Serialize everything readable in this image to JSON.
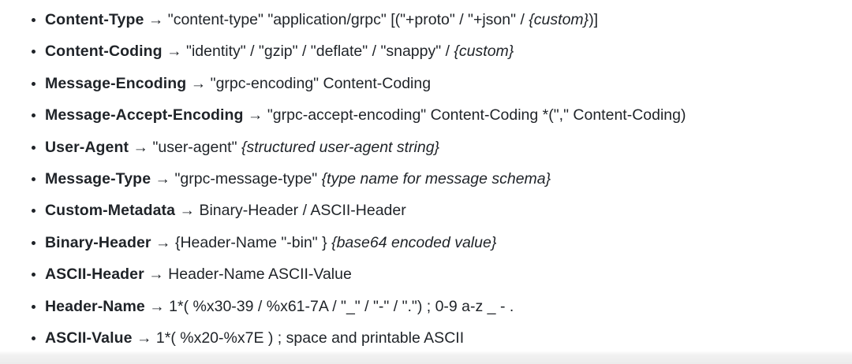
{
  "page": {
    "background_color": "#ffffff",
    "text_color": "#1f2328",
    "arrow_glyph": "→",
    "bullet_glyph": "•"
  },
  "definitions": {
    "items": [
      {
        "term": "Content-Type",
        "parts": [
          {
            "text": "\"content-type\" \"application/grpc\" [(\"+proto\" / \"+json\" / ",
            "style": "plain"
          },
          {
            "text": "{custom}",
            "style": "italic"
          },
          {
            "text": ")]",
            "style": "plain"
          }
        ]
      },
      {
        "term": "Content-Coding",
        "parts": [
          {
            "text": "\"identity\" / \"gzip\" / \"deflate\" / \"snappy\" / ",
            "style": "plain"
          },
          {
            "text": "{custom}",
            "style": "italic"
          }
        ]
      },
      {
        "term": "Message-Encoding",
        "parts": [
          {
            "text": "\"grpc-encoding\" Content-Coding",
            "style": "plain"
          }
        ]
      },
      {
        "term": "Message-Accept-Encoding",
        "parts": [
          {
            "text": "\"grpc-accept-encoding\" Content-Coding *(\",\" Content-Coding)",
            "style": "plain"
          }
        ]
      },
      {
        "term": "User-Agent",
        "parts": [
          {
            "text": "\"user-agent\" ",
            "style": "plain"
          },
          {
            "text": "{structured user-agent string}",
            "style": "italic"
          }
        ]
      },
      {
        "term": "Message-Type",
        "parts": [
          {
            "text": "\"grpc-message-type\" ",
            "style": "plain"
          },
          {
            "text": "{type name for message schema}",
            "style": "italic"
          }
        ]
      },
      {
        "term": "Custom-Metadata",
        "parts": [
          {
            "text": "Binary-Header / ASCII-Header",
            "style": "plain"
          }
        ]
      },
      {
        "term": "Binary-Header",
        "parts": [
          {
            "text": "{Header-Name \"-bin\" } ",
            "style": "plain"
          },
          {
            "text": "{base64 encoded value}",
            "style": "italic"
          }
        ]
      },
      {
        "term": "ASCII-Header",
        "parts": [
          {
            "text": "Header-Name ASCII-Value",
            "style": "plain"
          }
        ]
      },
      {
        "term": "Header-Name",
        "parts": [
          {
            "text": "1*( %x30-39 / %x61-7A / \"_\" / \"-\" / \".\") ; 0-9 a-z _ - .",
            "style": "plain"
          }
        ]
      },
      {
        "term": "ASCII-Value",
        "parts": [
          {
            "text": "1*( %x20-%x7E ) ; space and printable ASCII",
            "style": "plain"
          }
        ]
      }
    ]
  }
}
